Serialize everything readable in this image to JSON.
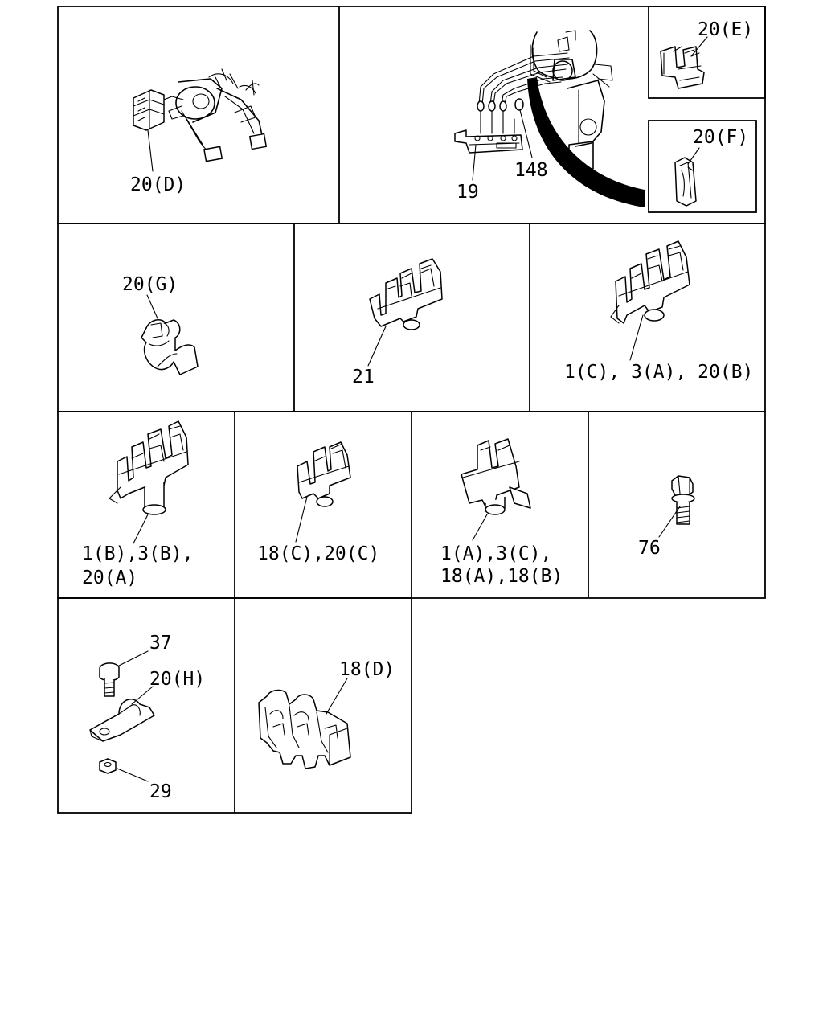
{
  "labels": {
    "p_20d": "20(D)",
    "p_148": "148",
    "p_19": "19",
    "p_20e": "20(E)",
    "p_20f": "20(F)",
    "p_20g": "20(G)",
    "p_21": "21",
    "p_1c": "1(C), 3(A), 20(B)",
    "p_1b_1": "1(B),3(B),",
    "p_1b_2": "20(A)",
    "p_18c": "18(C),20(C)",
    "p_1a_1": "1(A),3(C),",
    "p_1a_2": "18(A),18(B)",
    "p_76": "76",
    "p_37": "37",
    "p_20h": "20(H)",
    "p_29": "29",
    "p_18d": "18(D)"
  }
}
